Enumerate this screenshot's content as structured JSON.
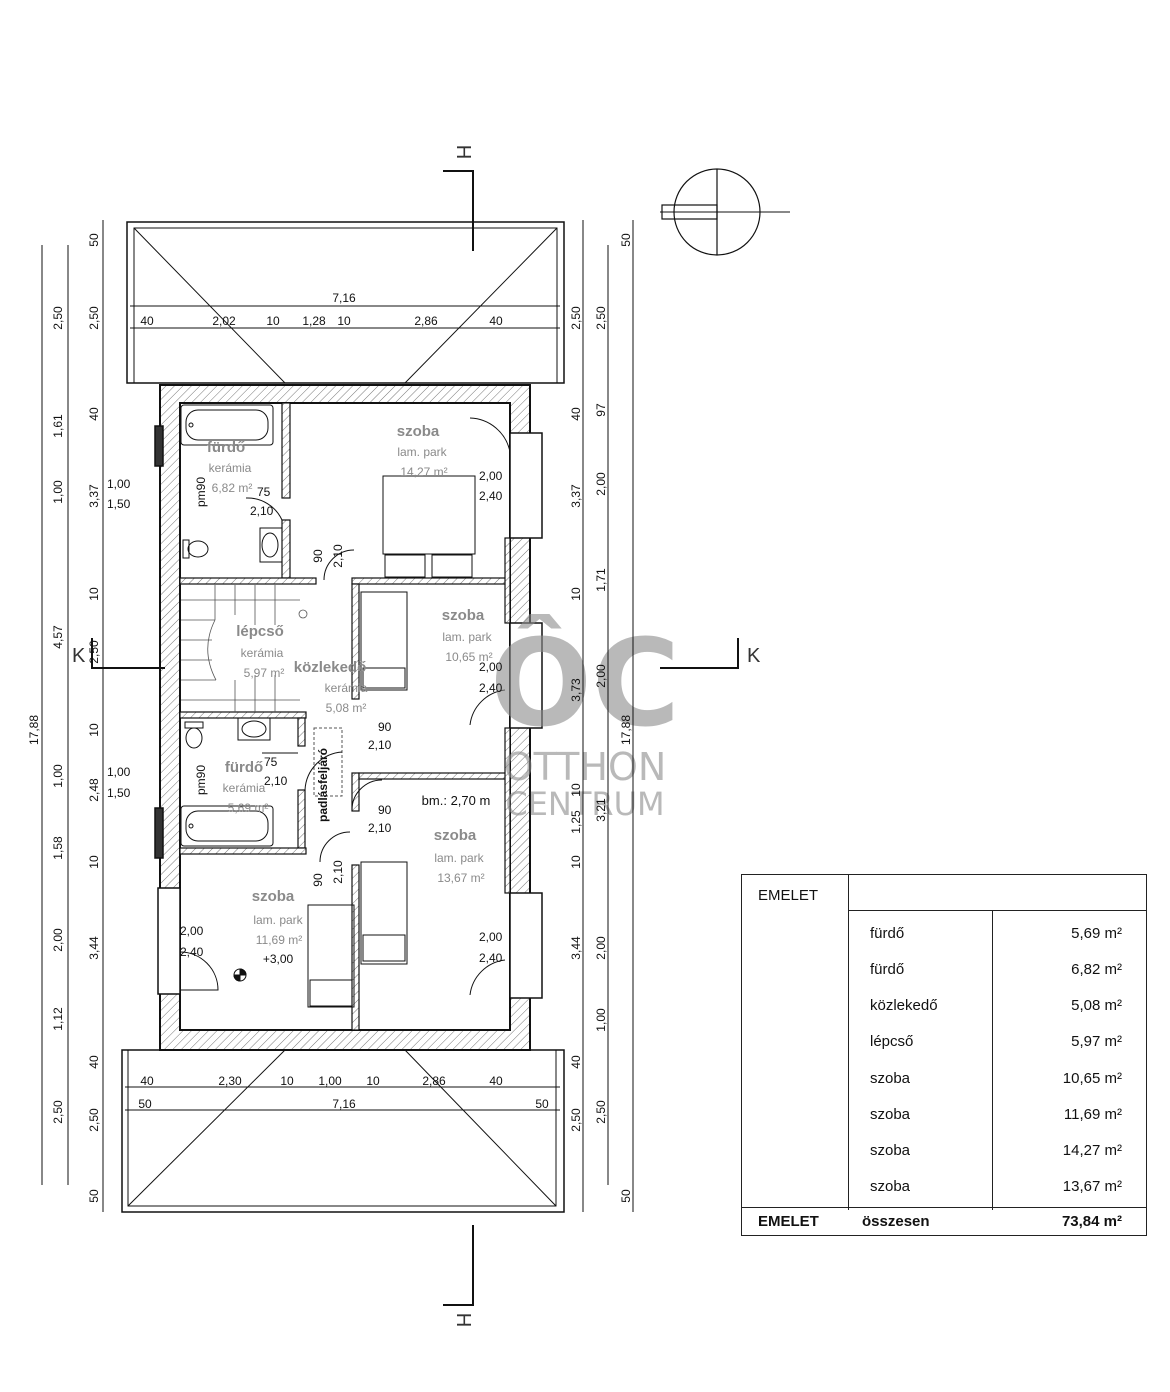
{
  "section_mark": "H",
  "cut_mark": "K",
  "watermark": {
    "logo": "ÔC",
    "line1": "OTTHON",
    "line2": "CENTRUM"
  },
  "rooms": {
    "furdo_top": {
      "name": "fürdő",
      "floor": "kerámia",
      "area": "6,82 m²"
    },
    "szoba_top": {
      "name": "szoba",
      "floor": "lam. park",
      "area": "14,27 m²"
    },
    "lepcso": {
      "name": "lépcső",
      "floor": "kerámia",
      "area": "5,97 m²"
    },
    "kozlekedo": {
      "name": "közlekedő",
      "floor": "kerámia",
      "area": "5,08 m²"
    },
    "szoba_mid": {
      "name": "szoba",
      "floor": "lam. park",
      "area": "10,65 m²"
    },
    "furdo_bot": {
      "name": "fürdő",
      "floor": "kerámia",
      "area": "5,69 m²"
    },
    "szoba_right": {
      "name": "szoba",
      "floor": "lam. park",
      "area": "13,67 m²"
    },
    "szoba_bot": {
      "name": "szoba",
      "floor": "lam. park",
      "area": "11,69 m²"
    }
  },
  "labels": {
    "pm90": "pm90",
    "padlasfeljaro": "padlásfeljáró",
    "bm": "bm.: 2,70 m",
    "level": "+3,00"
  },
  "dims": {
    "d716": "7,16",
    "d40": "40",
    "d202": "2,02",
    "d10": "10",
    "d128": "1,28",
    "d286": "2,86",
    "d230": "2,30",
    "d100": "1,00",
    "d50": "50",
    "d250": "2,50",
    "d161": "1,61",
    "d337": "3,37",
    "d457": "4,57",
    "d248": "2,48",
    "d158": "1,58",
    "d344": "3,44",
    "d200": "2,00",
    "d112": "1,12",
    "d1788": "17,88",
    "d97": "97",
    "d171": "1,71",
    "d373": "3,73",
    "d321": "3,21",
    "d125": "1,25",
    "d150": "1,50",
    "d240": "2,40",
    "d210": "2,10",
    "d90": "90",
    "d75": "75"
  },
  "table": {
    "header": "EMELET",
    "rows": [
      {
        "name": "fürdő",
        "area": "5,69 m²"
      },
      {
        "name": "fürdő",
        "area": "6,82 m²"
      },
      {
        "name": "közlekedő",
        "area": "5,08 m²"
      },
      {
        "name": "lépcső",
        "area": "5,97 m²"
      },
      {
        "name": "szoba",
        "area": "10,65 m²"
      },
      {
        "name": "szoba",
        "area": "11,69 m²"
      },
      {
        "name": "szoba",
        "area": "14,27 m²"
      },
      {
        "name": "szoba",
        "area": "13,67 m²"
      }
    ],
    "footer": {
      "level": "EMELET",
      "label": "összesen",
      "total": "73,84 m²"
    }
  }
}
